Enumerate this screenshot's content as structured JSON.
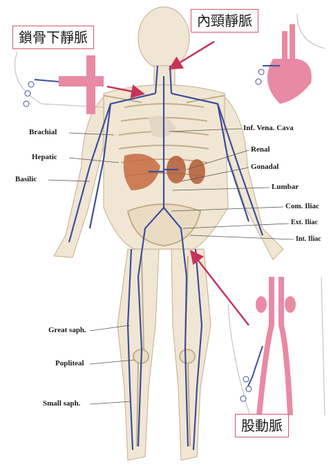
{
  "callouts": {
    "subclavian": "鎖骨下靜脈",
    "jugular": "內頸靜脈",
    "femoral": "股動脈"
  },
  "vein_labels": {
    "brachial": "Brachial",
    "hepatic": "Hepatic",
    "basilic": "Basilic",
    "inf_vena_cava": "Inf. Vena. Cava",
    "renal": "Renal",
    "gonadal": "Gonadal",
    "lumbar": "Lumbar",
    "com_iliac": "Com. Iliac",
    "ext_iliac": "Ext. Iliac",
    "int_iliac": "Int. Iliac",
    "great_saph": "Great saph.",
    "popliteal": "Popliteal",
    "small_saph": "Small saph."
  },
  "colors": {
    "vein": "#3b4f9a",
    "artery": "#e98aa5",
    "arrow": "#c8325a",
    "bone": "#e9dcc6",
    "organ": "#c56a3f"
  }
}
